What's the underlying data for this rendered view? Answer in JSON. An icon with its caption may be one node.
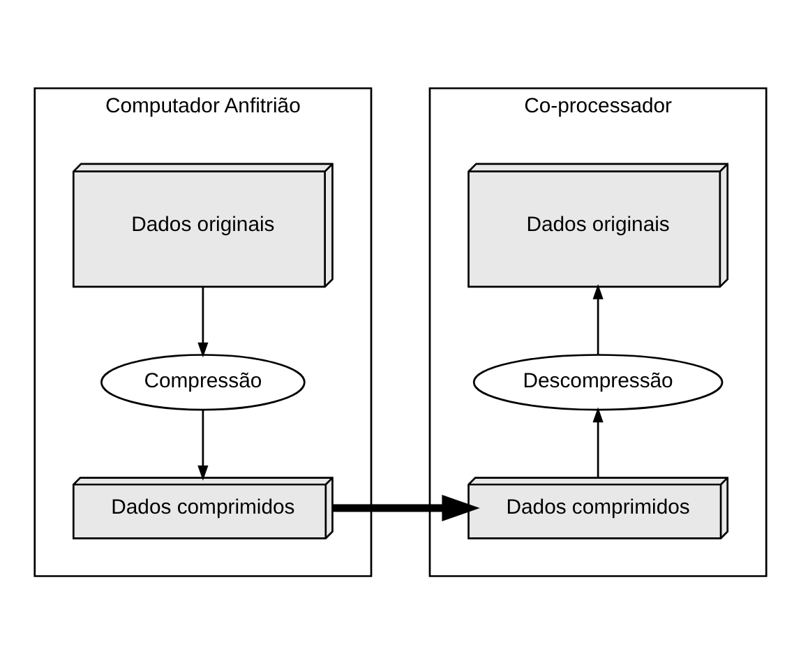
{
  "diagram": {
    "nodes": [
      {
        "text": [
          "Computador Anfitrião"
        ]
      },
      {
        "text": [
          "Dados originais"
        ],
        "in": 0
      },
      {
        "text": [
          "Compressão"
        ],
        "in": 0
      },
      {
        "text": [
          "Dados comprimidos"
        ],
        "in": 0
      },
      {
        "text": [
          "Co-processador"
        ]
      },
      {
        "text": [
          "Dados originais"
        ],
        "in": 4
      },
      {
        "text": [
          "Descompressão"
        ],
        "in": 4
      },
      {
        "text": [
          "Dados comprimidos"
        ],
        "in": 4
      }
    ],
    "edges": [
      {
        "from": 1,
        "to": 2,
        "arrow": "to"
      },
      {
        "from": 2,
        "to": 3,
        "arrow": "to"
      },
      {
        "from": 3,
        "to": 7,
        "arrow": "to",
        "style": "thick"
      },
      {
        "from": 7,
        "to": 6,
        "arrow": "to"
      },
      {
        "from": 6,
        "to": 5,
        "arrow": "to"
      }
    ]
  }
}
